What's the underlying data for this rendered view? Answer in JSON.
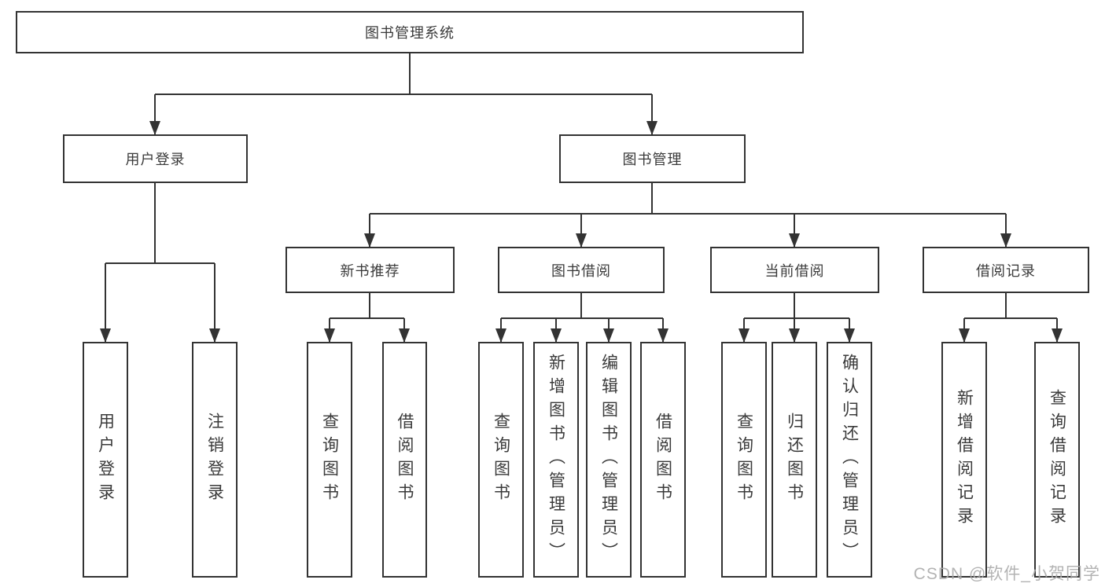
{
  "diagram": {
    "root": {
      "label": "图书管理系统"
    },
    "level2": {
      "user_login": {
        "label": "用户登录"
      },
      "book_mgmt": {
        "label": "图书管理"
      }
    },
    "level3": {
      "new_book_rec": {
        "label": "新书推荐"
      },
      "book_borrow": {
        "label": "图书借阅"
      },
      "current_borrow": {
        "label": "当前借阅"
      },
      "borrow_records": {
        "label": "借阅记录"
      }
    },
    "leaves": {
      "user_login": {
        "label": "用户登录"
      },
      "logout": {
        "label": "注销登录"
      },
      "rec_query_book": {
        "label": "查询图书"
      },
      "rec_borrow_book": {
        "label": "借阅图书"
      },
      "bb_query_book": {
        "label": "查询图书"
      },
      "bb_add_book": {
        "label": "新增图书（管理员）"
      },
      "bb_edit_book": {
        "label": "编辑图书（管理员）"
      },
      "bb_borrow_book": {
        "label": "借阅图书"
      },
      "cb_query_book": {
        "label": "查询图书"
      },
      "cb_return_book": {
        "label": "归还图书"
      },
      "cb_confirm_return": {
        "label": "确认归还（管理员）"
      },
      "br_add_record": {
        "label": "新增借阅记录"
      },
      "br_query_record": {
        "label": "查询借阅记录"
      }
    }
  },
  "watermark": {
    "text": "CSDN @软件_小贺同学"
  },
  "colors": {
    "line": "#333333",
    "box_border": "#333333",
    "text": "#3a3a3a",
    "background": "#ffffff",
    "watermark": "#ababab"
  }
}
